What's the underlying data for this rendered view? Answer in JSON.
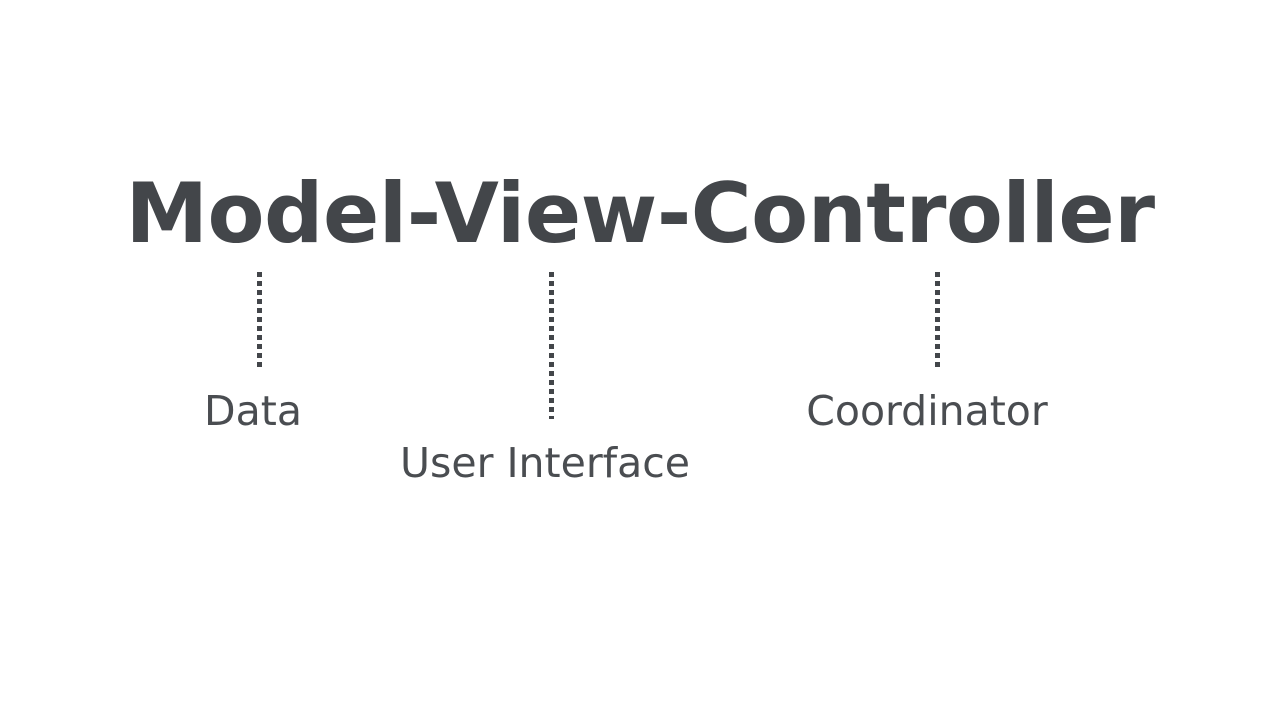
{
  "slide": {
    "background_color": "#ffffff",
    "title": "Model-View-Controller",
    "title_color": "#43464a",
    "label_color": "#4a4d51",
    "connector_color": "#43464a"
  },
  "concepts": [
    {
      "term": "Model",
      "label": "Data",
      "connector": "dotted-line-model"
    },
    {
      "term": "View",
      "label": "User Interface",
      "connector": "dotted-line-view"
    },
    {
      "term": "Controller",
      "label": "Coordinator",
      "connector": "dotted-line-controller"
    }
  ]
}
